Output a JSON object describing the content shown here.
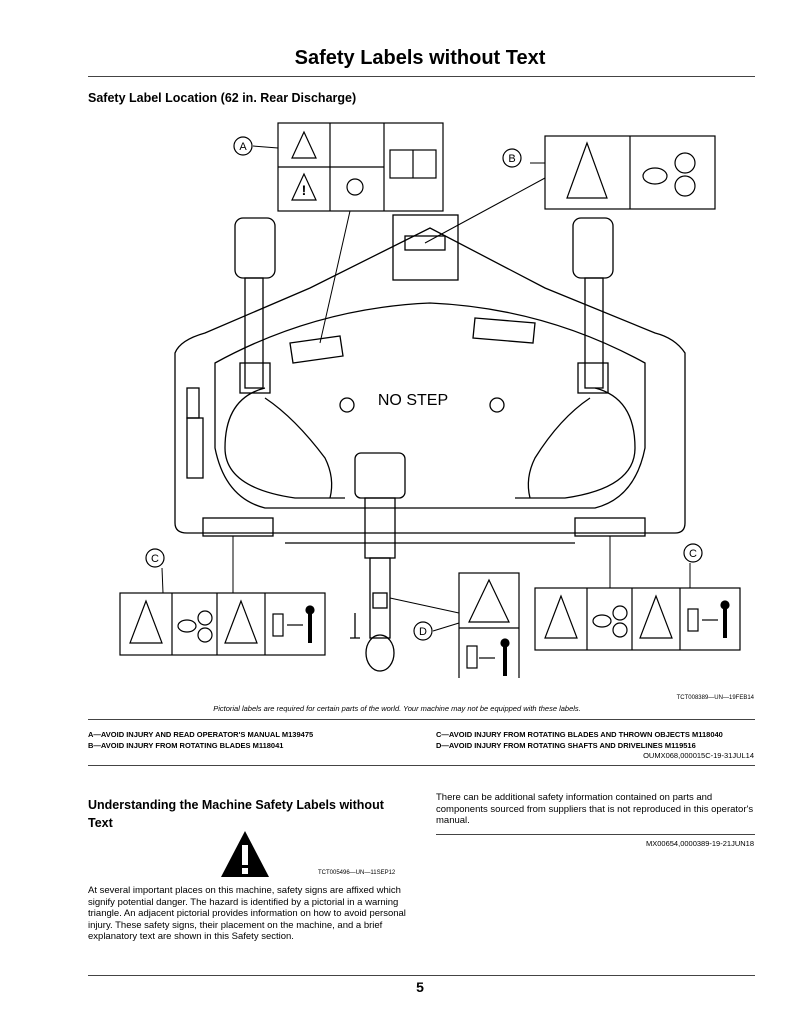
{
  "page_title": "Safety Labels without Text",
  "section_title": "Safety Label Location (62 in. Rear Discharge)",
  "figure": {
    "callouts": [
      "A",
      "B",
      "C",
      "C",
      "D"
    ],
    "stencil_text": "NO STEP",
    "figure_id": "TCT008389—UN—19FEB14",
    "caption": "Pictorial labels are required for certain parts of the world. Your machine may not be equipped with these labels."
  },
  "legend": {
    "left": [
      "A—AVOID INJURY AND READ OPERATOR'S MANUAL M139475",
      "B—AVOID INJURY FROM ROTATING BLADES M118041"
    ],
    "right": [
      "C—AVOID INJURY FROM ROTATING BLADES AND THROWN OBJECTS M118040",
      "D—AVOID INJURY FROM ROTATING SHAFTS AND DRIVELINES M119516"
    ],
    "id": "OUMX068,000015C-19-31JUL14"
  },
  "understanding": {
    "title": "Understanding the Machine Safety Labels without Text",
    "icon_id": "TCT005496—UN—11SEP12",
    "body": "At several important places on this machine, safety signs are affixed which signify potential danger. The hazard is identified by a pictorial in a warning triangle. An adjacent pictorial provides information on how to avoid personal injury. These safety signs, their placement on the machine, and a brief explanatory text are shown in this Safety section.",
    "warning_icon": "warning-triangle-icon"
  },
  "additional": {
    "body": "There can be additional safety information contained on parts and components sourced from suppliers that is not reproduced in this operator's manual.",
    "id": "MX00654,0000389-19-21JUN18"
  },
  "page_number": "5"
}
